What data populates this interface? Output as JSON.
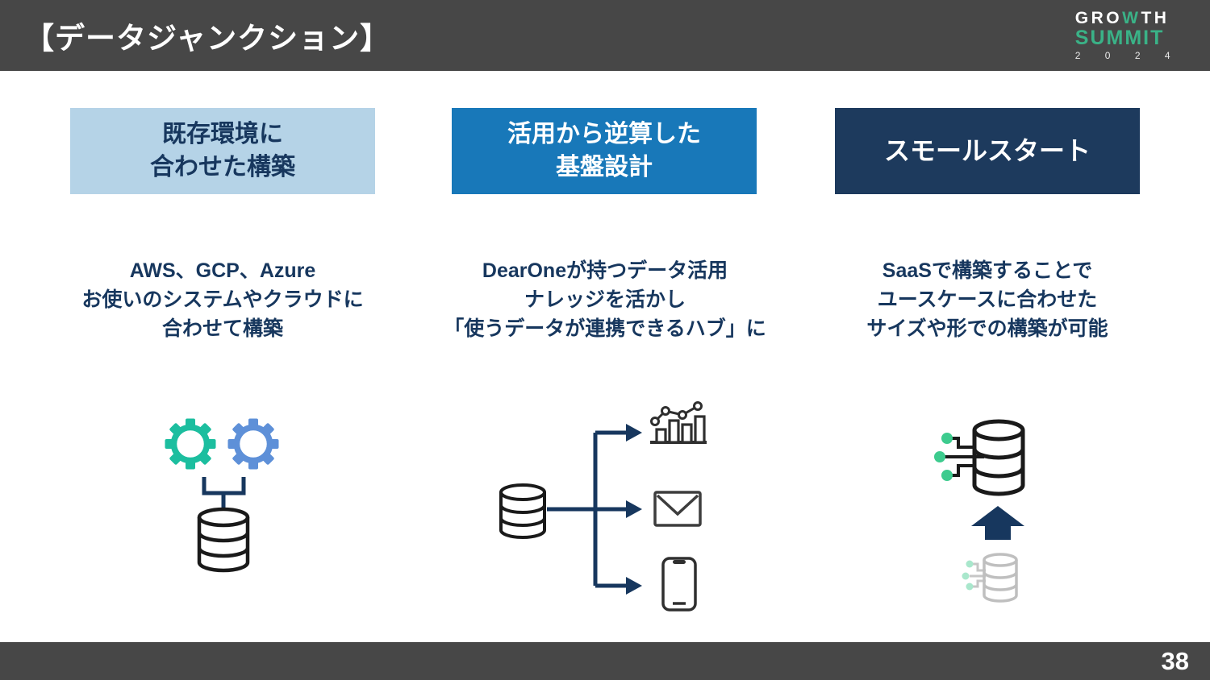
{
  "header": {
    "title": "【データジャンクション】",
    "logo": {
      "growth_pre": "GRO",
      "growth_w": "W",
      "growth_post": "TH",
      "summit": "SUMMIT",
      "year": "2 0 2 4"
    }
  },
  "columns": [
    {
      "id": "existing-environment-build",
      "header": "既存環境に\n合わせた構築",
      "body": "AWS、GCP、Azure\nお使いのシステムやクラウドに\n合わせて構築",
      "icon": "gears-and-database-icon"
    },
    {
      "id": "usage-first-platform-design",
      "header": "活用から逆算した\n基盤設計",
      "body": "DearOneが持つデータ活用\nナレッジを活かし\n「使うデータが連携できるハブ」に",
      "icon": "database-distribution-icon",
      "sub_icons": [
        "bar-chart-icon",
        "mail-icon",
        "smartphone-icon"
      ]
    },
    {
      "id": "small-start",
      "header": "スモールスタート",
      "body": "SaaSで構築することで\nユースケースに合わせた\nサイズや形での構築が可能",
      "icon": "database-scale-up-icon",
      "sub_icons": [
        "connected-database-icon",
        "up-arrow-icon",
        "small-gray-database-icon"
      ]
    }
  ],
  "footer": {
    "page_number": "38"
  },
  "colors": {
    "bar_gray": "#474747",
    "box_light_blue": "#B5D3E7",
    "box_mid_blue": "#1878B9",
    "box_navy": "#1D3A5D",
    "text_navy": "#17375E",
    "gear_teal": "#1CBE9F",
    "gear_blue": "#5E90D8",
    "node_green": "#3DCB8E",
    "logo_green": "#3AB287",
    "icon_black": "#1A1A1A",
    "faded_gray": "#BFBFBF",
    "faded_green": "#A9E7CC"
  }
}
